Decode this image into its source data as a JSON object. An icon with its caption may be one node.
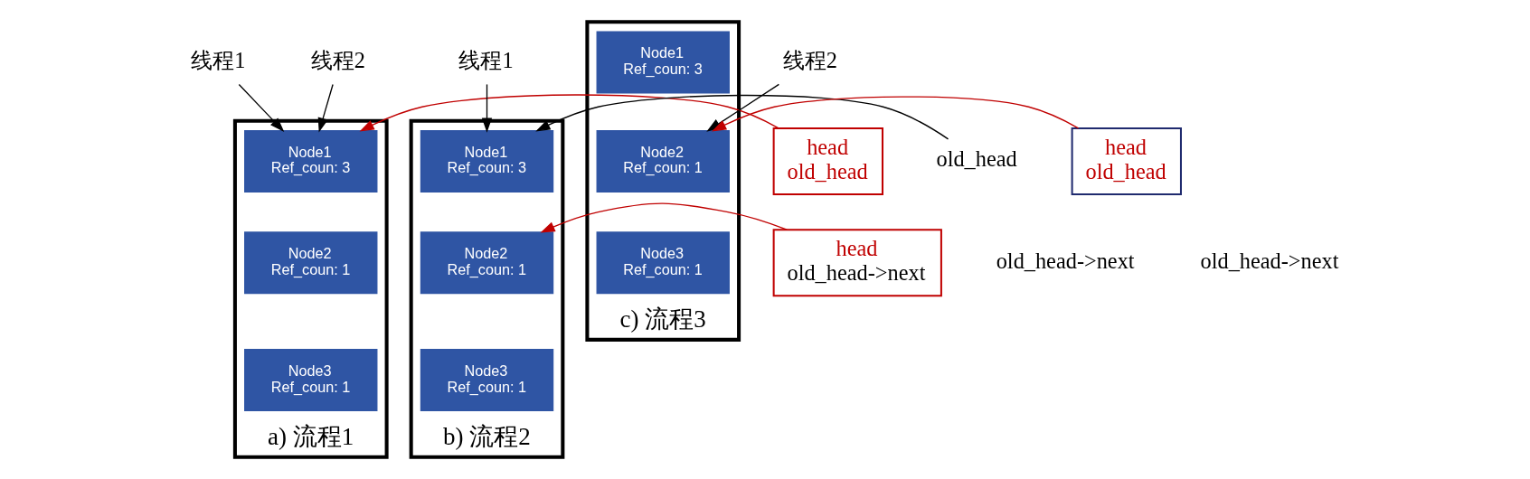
{
  "diagram": {
    "nodes": [
      {
        "text": [
          "线程1"
        ]
      },
      {
        "text": [
          "线程2"
        ]
      },
      {
        "text": [
          "a) 流程1"
        ]
      },
      {
        "text": [
          "Node1",
          "Ref_coun: 3"
        ],
        "in": 2
      },
      {
        "text": [
          "Node2",
          "Ref_coun: 1"
        ],
        "in": 2
      },
      {
        "text": [
          "Node3",
          "Ref_coun: 1"
        ],
        "in": 2
      },
      {
        "text": [
          "head",
          "old_head"
        ]
      },
      {
        "text": [
          "线程1"
        ]
      },
      {
        "text": [
          "b) 流程2"
        ]
      },
      {
        "text": [
          "Node1",
          "Ref_coun: 3"
        ],
        "in": 8
      },
      {
        "text": [
          "Node2",
          "Ref_coun: 1"
        ],
        "in": 8
      },
      {
        "text": [
          "Node3",
          "Ref_coun: 1"
        ],
        "in": 8
      },
      {
        "text": [
          "old_head"
        ]
      },
      {
        "text": [
          "head",
          "old_head->next"
        ]
      },
      {
        "text": [
          "c) 流程3"
        ]
      },
      {
        "text": [
          "Node1",
          "Ref_coun: 3"
        ],
        "in": 14
      },
      {
        "text": [
          "Node2",
          "Ref_coun: 1"
        ],
        "in": 14
      },
      {
        "text": [
          "Node3",
          "Ref_coun: 1"
        ],
        "in": 14
      },
      {
        "text": [
          "线程2"
        ]
      },
      {
        "text": [
          "head",
          "old_head"
        ]
      }
    ],
    "edges": [
      {
        "from": 0,
        "to": 3,
        "arrow": "to"
      },
      {
        "from": 1,
        "to": 3,
        "arrow": "to"
      },
      {
        "from": 6,
        "to": 3,
        "arrow": "to",
        "color": "#c00000"
      },
      {
        "from": 7,
        "to": 9,
        "arrow": "to"
      },
      {
        "from": 12,
        "to": 9,
        "arrow": "to"
      },
      {
        "from": 13,
        "to": 10,
        "arrow": "to",
        "color": "#c00000"
      },
      {
        "from": 18,
        "to": 16,
        "arrow": "to"
      },
      {
        "from": 19,
        "to": 16,
        "arrow": "to",
        "color": "#c00000"
      }
    ],
    "labels": [
      "old_head->next",
      "old_head->next"
    ]
  }
}
